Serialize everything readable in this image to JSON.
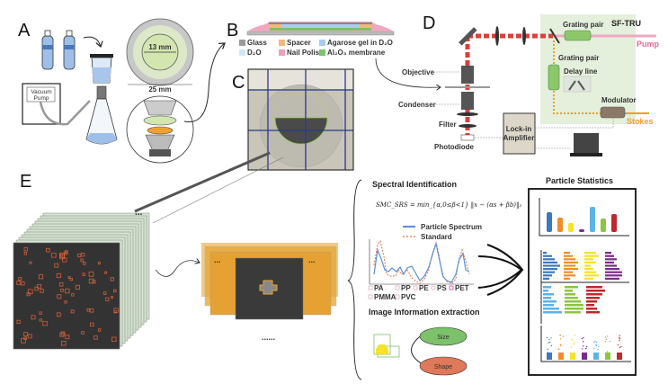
{
  "panels": {
    "a": "A",
    "b": "B",
    "c": "C",
    "d": "D",
    "e": "E"
  },
  "panel_a": {
    "vacuum_pump_line1": "Vacuum",
    "vacuum_pump_line2": "Pump",
    "inner_diameter": "13 mm",
    "outer_diameter": "25 mm"
  },
  "panel_b": {
    "legend": [
      {
        "label": "Glass",
        "color": "#9a9a9a"
      },
      {
        "label": "Spacer",
        "color": "#f0b97a"
      },
      {
        "label": "Agarose gel in D₂O",
        "color": "#a9cdee"
      },
      {
        "label": "D₂O",
        "color": "#cfe9f3"
      },
      {
        "label": "Nail Polish",
        "color": "#ef9fb8"
      },
      {
        "label": "Al₂O₃ membrane",
        "color": "#7cc26a"
      }
    ]
  },
  "panel_d": {
    "sf_tru": "SF-TRU",
    "grating_pair_1": "Grating pair",
    "grating_pair_2": "Grating pair",
    "delay_line": "Delay line",
    "modulator": "Modulator",
    "pump": "Pump",
    "stokes": "Stokes",
    "objective": "Objective",
    "condenser": "Condenser",
    "filter": "Filter",
    "photodiode": "Photodiode",
    "lockin_line1": "Lock-in",
    "lockin_line2": "Amplifier",
    "pump_color": "#e06a9a",
    "stokes_color": "#f0a020"
  },
  "panel_e": {
    "stack_dots": "...",
    "crop_dots_left": "...",
    "crop_dots_right": "...",
    "more_dots": "......",
    "spectral_title": "Spectral Identification",
    "formula": "SMC_SRS = min_{α,0≤β<1} ‖x − (αs + βb)‖₂",
    "legend_particle": "Particle Spectrum",
    "legend_standard": "Standard",
    "polymers": [
      "PA",
      "PP",
      "PE",
      "PS",
      "PET",
      "PMMA",
      "PVC"
    ],
    "selected_polymer": "PET",
    "image_info_title": "Image Information extraction",
    "size": "Size",
    "shape": "Shape",
    "stats_title": "Particle Statistics",
    "palette": [
      "#3a78c4",
      "#f08c2a",
      "#f5e22a",
      "#7a2a8c",
      "#5ab3ea",
      "#8cc63f",
      "#c0282e"
    ]
  }
}
